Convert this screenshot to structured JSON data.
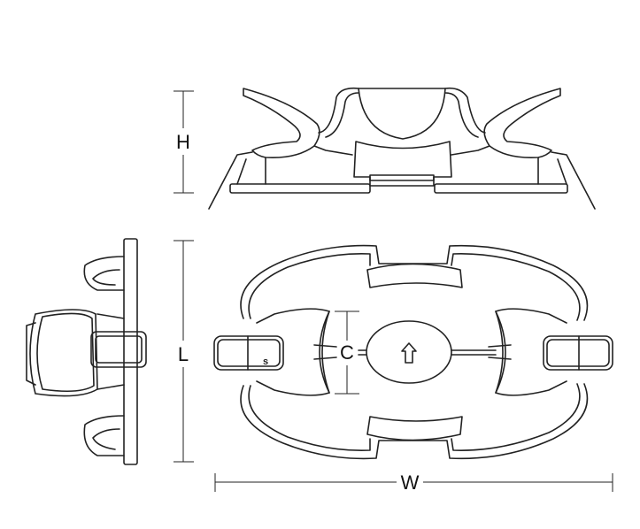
{
  "dimensions": {
    "height_label": "H",
    "length_label": "L",
    "center_label": "C",
    "width_label": "W"
  },
  "marking": "s",
  "icons": [
    "up-arrow-icon"
  ]
}
